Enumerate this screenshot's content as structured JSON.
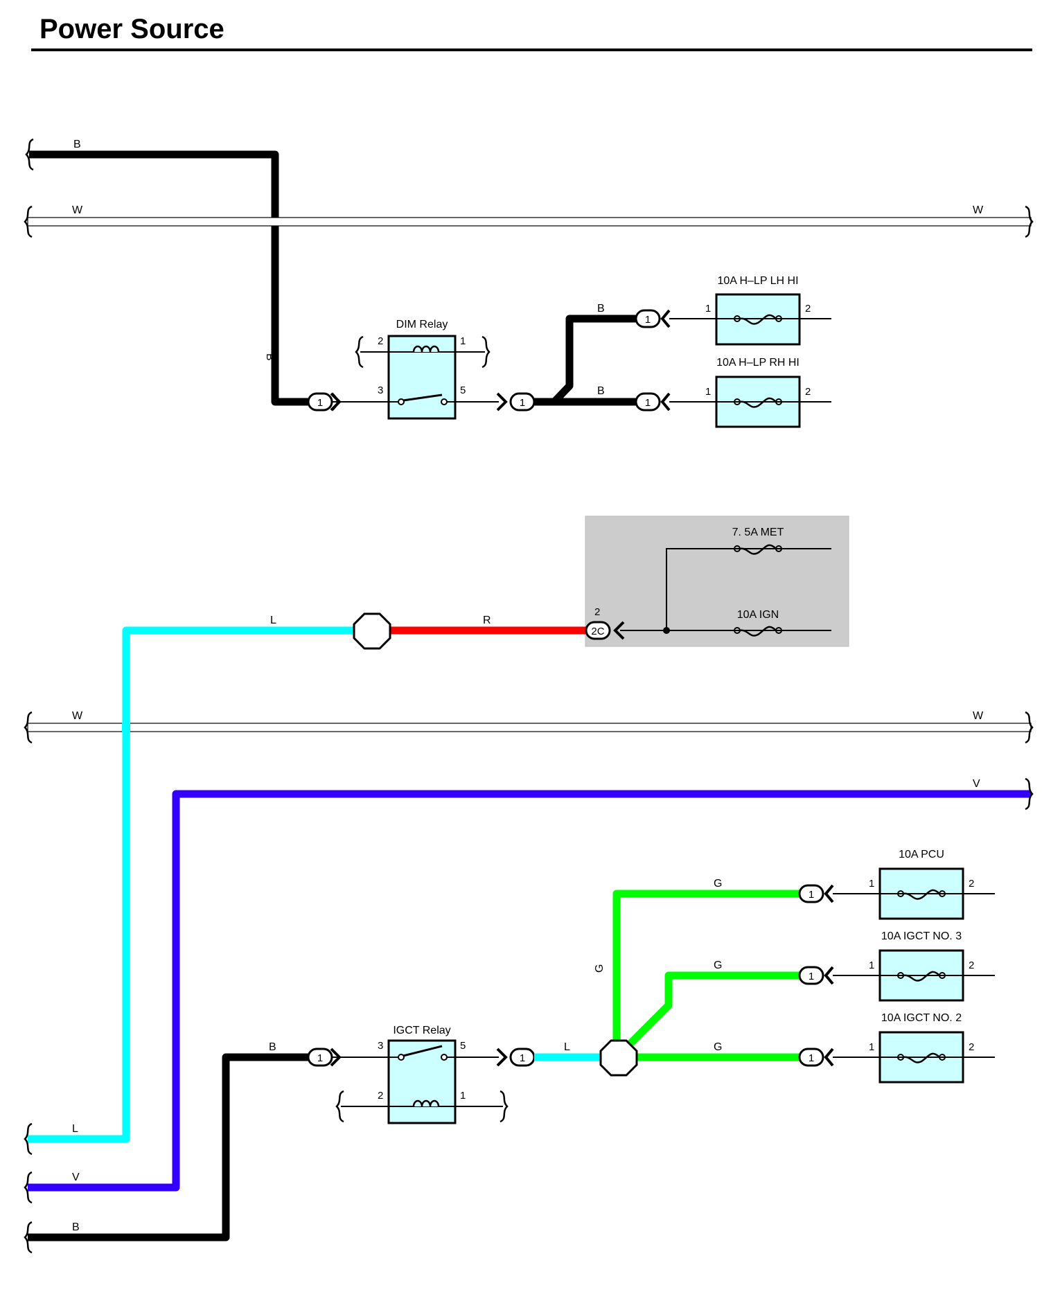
{
  "page": {
    "title": "Power Source"
  },
  "colors": {
    "B": "#000000",
    "W": "#ffffff",
    "L": "#00ffff",
    "R": "#ff0000",
    "V": "#3300ff",
    "G": "#00ff00",
    "component_fill": "#ccffff",
    "junction_block_fill": "#cccccc"
  },
  "wires": {
    "top_b": "B",
    "top_w_left": "W",
    "top_w_right": "W",
    "dim_b_vertical": "B",
    "dim_b_upper": "B",
    "dim_b_lower": "B",
    "l_wire": "L",
    "r_wire": "R",
    "mid_w_left": "W",
    "mid_w_right": "W",
    "v_right": "V",
    "g_top": "G",
    "g_mid": "G",
    "g_bottom": "G",
    "g_vertical": "G",
    "igct_b": "B",
    "igct_l": "L",
    "bottom_l": "L",
    "bottom_v": "V",
    "bottom_b": "B"
  },
  "components": {
    "dim_relay": {
      "name": "DIM Relay",
      "pin_2": "2",
      "pin_1": "1",
      "pin_3": "3",
      "pin_5": "5"
    },
    "igct_relay": {
      "name": "IGCT Relay",
      "pin_3": "3",
      "pin_5": "5",
      "pin_2": "2",
      "pin_1": "1"
    },
    "fuse_hlp_lh": {
      "name": "10A H–LP LH HI",
      "pin_1": "1",
      "pin_2": "2"
    },
    "fuse_hlp_rh": {
      "name": "10A H–LP RH HI",
      "pin_1": "1",
      "pin_2": "2"
    },
    "fuse_met": {
      "name": "7. 5A MET"
    },
    "fuse_ign": {
      "name": "10A IGN"
    },
    "fuse_pcu": {
      "name": "10A PCU",
      "pin_1": "1",
      "pin_2": "2"
    },
    "fuse_igct3": {
      "name": "10A IGCT NO. 3",
      "pin_1": "1",
      "pin_2": "2"
    },
    "fuse_igct2": {
      "name": "10A IGCT NO. 2",
      "pin_1": "1",
      "pin_2": "2"
    }
  },
  "connectors": {
    "c_dim_in": "1",
    "c_dim_out": "1",
    "c_hlp_lh": "1",
    "c_hlp_rh": "1",
    "c_jb_2c": "2C",
    "c_jb_2c_pin": "2",
    "c_igct_in": "1",
    "c_igct_out": "1",
    "c_pcu": "1",
    "c_igct3": "1",
    "c_igct2": "1"
  },
  "icons": {
    "splice": "octagon-splice-icon",
    "fuse": "fuse-symbol-icon",
    "coil": "relay-coil-icon",
    "switch": "relay-switch-icon",
    "break": "wire-break-icon"
  }
}
